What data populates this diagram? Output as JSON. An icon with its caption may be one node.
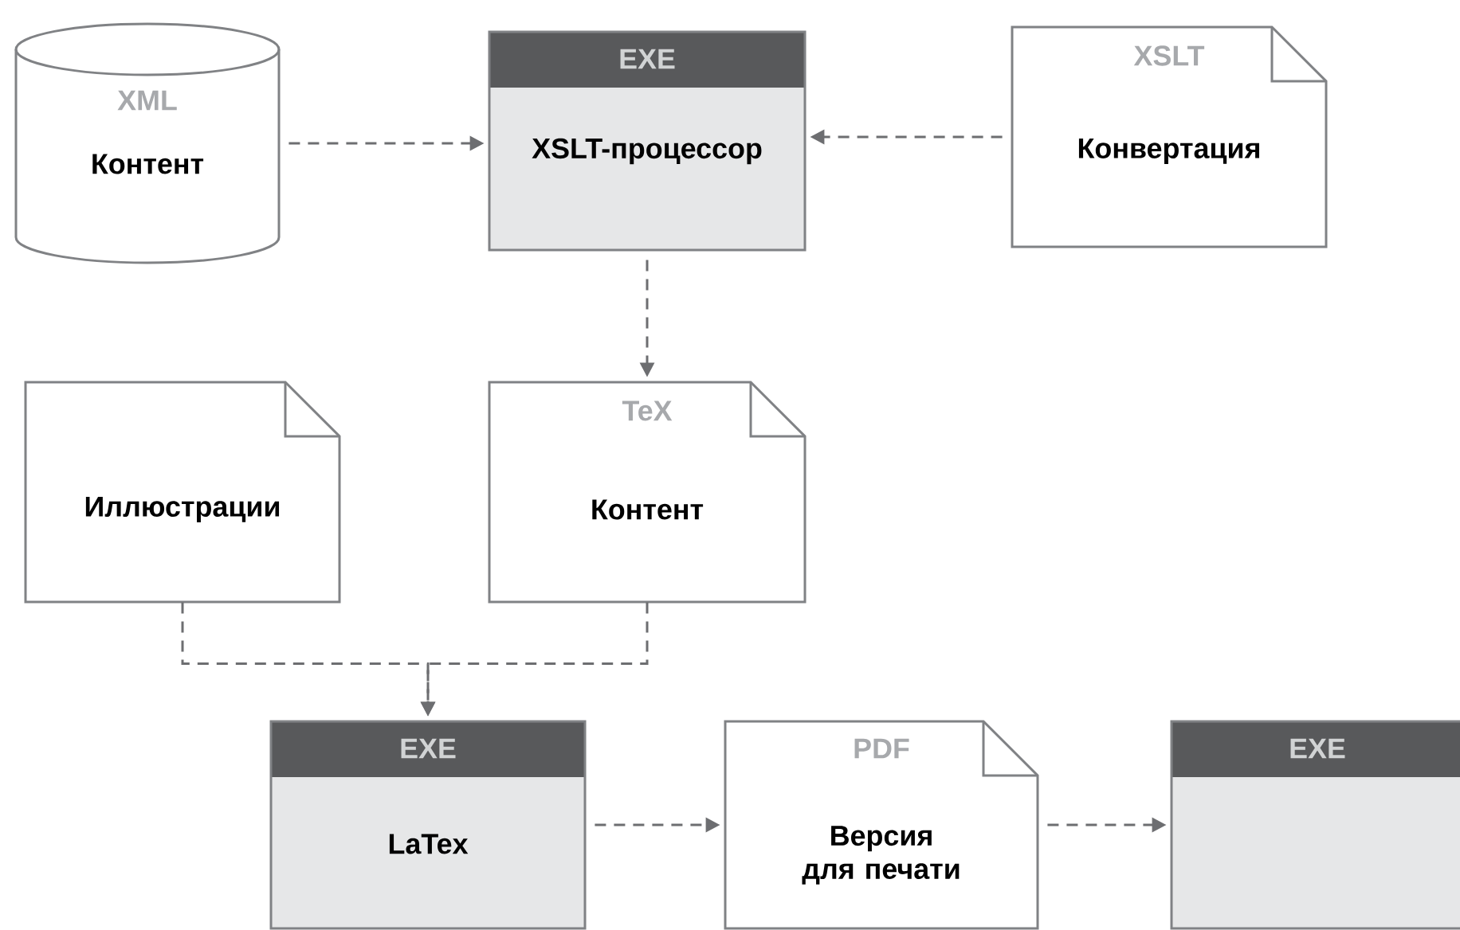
{
  "diagram": {
    "nodes": [
      {
        "text": [
          "XML",
          "Контент"
        ]
      },
      {
        "text": [
          "EXE",
          "XSLT-процессор"
        ]
      },
      {
        "text": [
          "XSLT",
          "Конвертация"
        ]
      },
      {
        "text": [
          "Иллюстрации"
        ]
      },
      {
        "text": [
          "TeX",
          "Контент"
        ]
      },
      {
        "text": [
          "EXE",
          "LaTex"
        ]
      },
      {
        "text": [
          "PDF",
          "Версия для печати"
        ]
      },
      {
        "text": [
          "EXE"
        ]
      }
    ],
    "edges": [
      {
        "from": 0,
        "to": 1,
        "arrow": "to",
        "style": "dashed"
      },
      {
        "from": 2,
        "to": 1,
        "arrow": "to",
        "style": "dashed"
      },
      {
        "from": 1,
        "to": 4,
        "arrow": "to",
        "style": "dashed"
      },
      {
        "from": 3,
        "to": 5,
        "arrow": "to",
        "style": "dashed"
      },
      {
        "from": 4,
        "to": 5,
        "arrow": "to",
        "style": "dashed"
      },
      {
        "from": 5,
        "to": 6,
        "arrow": "to",
        "style": "dashed"
      },
      {
        "from": 6,
        "to": 7,
        "arrow": "to",
        "style": "dashed"
      }
    ]
  }
}
